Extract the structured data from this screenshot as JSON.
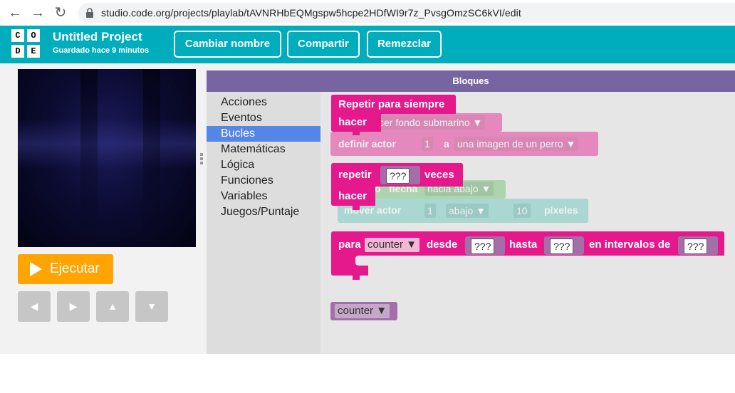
{
  "browser": {
    "url": "studio.code.org/projects/playlab/tAVNRHbEQMgspw5hcpe2HDfWI9r7z_PvsgOmzSC6kVI/edit",
    "nav": {
      "back": "←",
      "forward": "→",
      "reload": "↻"
    }
  },
  "header": {
    "logo_letters": [
      "C",
      "O",
      "D",
      "E"
    ],
    "project_title": "Untitled Project",
    "saved_status": "Guardado hace 9 minutos",
    "buttons": {
      "rename": "Cambiar nombre",
      "share": "Compartir",
      "remix": "Remezclar"
    }
  },
  "controls": {
    "run_label": "Ejecutar",
    "dpad": {
      "left": "◀",
      "right": "▶",
      "up": "▲",
      "down": "▼"
    }
  },
  "toolbox": {
    "header": "Bloques",
    "categories": [
      "Acciones",
      "Eventos",
      "Bucles",
      "Matemáticas",
      "Lógica",
      "Funciones",
      "Variables",
      "Juegos/Puntaje"
    ],
    "active_category": "Bucles"
  },
  "blocks": {
    "forever": {
      "label": "Repetir para siempre",
      "do": "hacer"
    },
    "bg_faded": {
      "value": "cer fondo submarino ▼"
    },
    "actor_faded": {
      "label": "definir actor",
      "num": "1",
      "a": "a",
      "value": "una imagen de un perro ▼"
    },
    "repeat": {
      "label": "repetir",
      "count": "???",
      "times": "veces",
      "do": "hacer"
    },
    "arrow_faded": {
      "o": "o",
      "label": "flecha",
      "value": "hacia abajo ▼"
    },
    "move_faded": {
      "label": "mover actor",
      "num": "1",
      "dir": "abajo ▼",
      "pixels": "10",
      "pixels_label": "píxeles"
    },
    "for": {
      "label": "para",
      "var": "counter ▼",
      "from": "desde",
      "from_val": "???",
      "to": "hasta",
      "to_val": "???",
      "step": "en intervalos de",
      "step_val": "???"
    },
    "var_getter": {
      "label": "counter ▼"
    }
  },
  "colors": {
    "header": "#00adbc",
    "toolbox_header": "#7665a0",
    "loop_block": "#e5188c",
    "variable_block": "#a46fa9",
    "run_button": "#ffa400",
    "active_category": "#5585e6"
  }
}
